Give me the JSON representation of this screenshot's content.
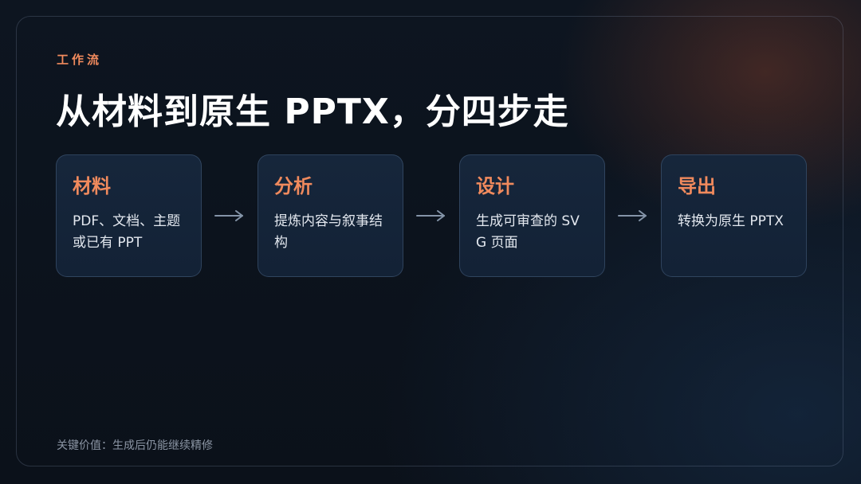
{
  "slide": {
    "eyebrow": "工作流",
    "title": "从材料到原生 PPTX，分四步走",
    "steps": [
      {
        "title": "材料",
        "description": "PDF、文档、主题或已有 PPT"
      },
      {
        "title": "分析",
        "description": "提炼内容与叙事结构"
      },
      {
        "title": "设计",
        "description": "生成可审查的 SVG 页面"
      },
      {
        "title": "导出",
        "description": "转换为原生 PPTX"
      }
    ],
    "footer": "关键价值：生成后仍能继续精修"
  },
  "colors": {
    "accent": "#f08a5d",
    "background": "#0c121c",
    "card_background": "#15253a",
    "title_text": "#ffffff",
    "body_text": "#e3e8ef",
    "muted_text": "#8b95a4",
    "arrow": "#8494a8"
  },
  "icons": {
    "step_connector": "arrow-right-icon"
  }
}
